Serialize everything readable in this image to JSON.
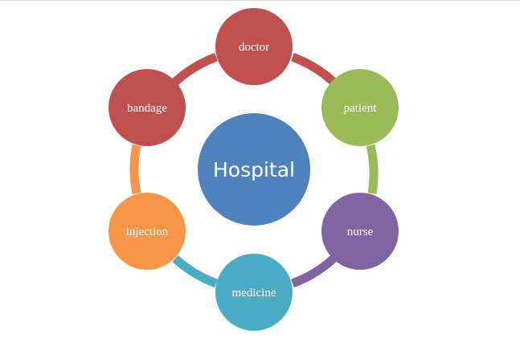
{
  "diagram": {
    "hub": {
      "label": "Hospital",
      "color": "#4f81bd"
    },
    "nodes": [
      {
        "label": "doctor",
        "color": "#c0504d"
      },
      {
        "label": "patient",
        "color": "#9bbb59"
      },
      {
        "label": "nurse",
        "color": "#8064a2"
      },
      {
        "label": "medicine",
        "color": "#4bacc6"
      },
      {
        "label": "injection",
        "color": "#f79646"
      },
      {
        "label": "bandage",
        "color": "#c0504d"
      }
    ]
  }
}
